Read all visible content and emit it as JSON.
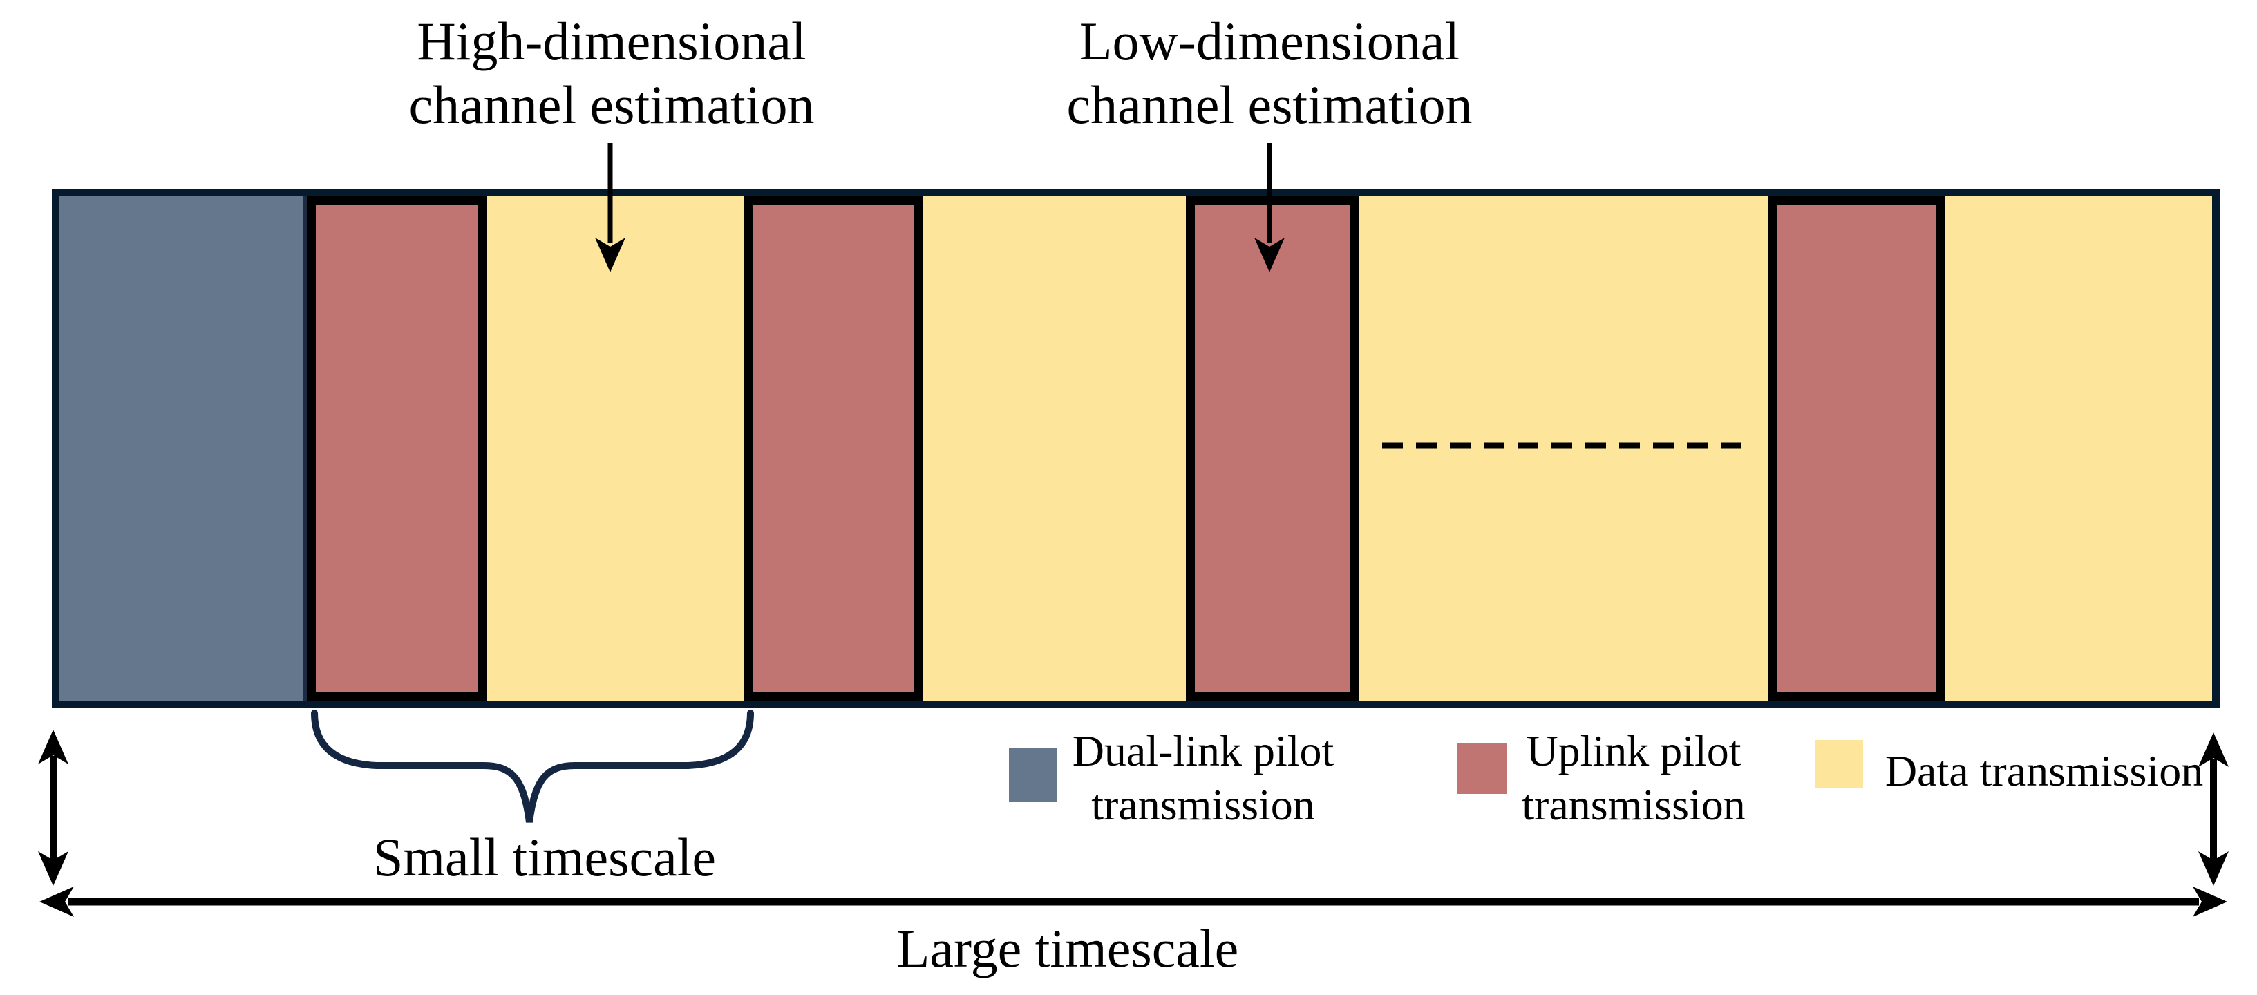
{
  "annotations": {
    "high_dim": {
      "line1": "High-dimensional",
      "line2": "channel estimation"
    },
    "low_dim": {
      "line1": "Low-dimensional",
      "line2": "channel estimation"
    }
  },
  "timescales": {
    "small": "Small timescale",
    "large": "Large timescale"
  },
  "legend": {
    "dual_link": {
      "line1": "Dual-link pilot",
      "line2": "transmission"
    },
    "uplink": {
      "line1": "Uplink pilot",
      "line2": "transmission"
    },
    "data": {
      "line1": "Data transmission"
    }
  },
  "colors": {
    "dual_link_pilot": "#64778c",
    "uplink_pilot": "#c07573",
    "data_transmission": "#fee59c",
    "bar_border": "#061a2e",
    "uplink_border": "#000000",
    "brace": "#152642",
    "arrow": "#000000"
  },
  "frame_sequence": [
    {
      "type": "dual-link pilot transmission"
    },
    {
      "type": "uplink pilot transmission"
    },
    {
      "type": "data transmission",
      "note": "high-dimensional channel estimation"
    },
    {
      "type": "uplink pilot transmission"
    },
    {
      "type": "data transmission"
    },
    {
      "type": "uplink pilot transmission",
      "note": "low-dimensional channel estimation"
    },
    {
      "type": "data transmission",
      "note": "continues (dashed ellipsis)"
    },
    {
      "type": "uplink pilot transmission"
    },
    {
      "type": "data transmission"
    }
  ]
}
